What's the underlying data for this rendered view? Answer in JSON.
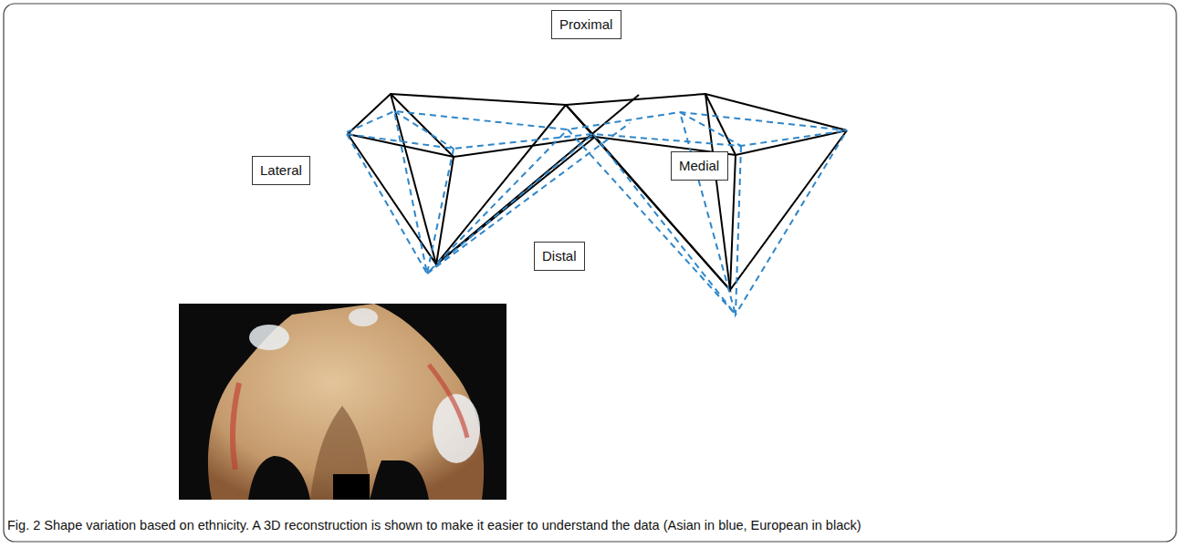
{
  "diagram": {
    "caption": "Fig. 2 Shape variation based on ethnicity. A 3D reconstruction is shown to make it easier to understand the data (Asian in blue, European in black)",
    "nodes": [
      {
        "text": [
          "Proximal"
        ]
      },
      {
        "text": [
          "Lateral"
        ]
      },
      {
        "text": [
          "Medial"
        ]
      },
      {
        "text": [
          "Distal"
        ]
      }
    ]
  }
}
